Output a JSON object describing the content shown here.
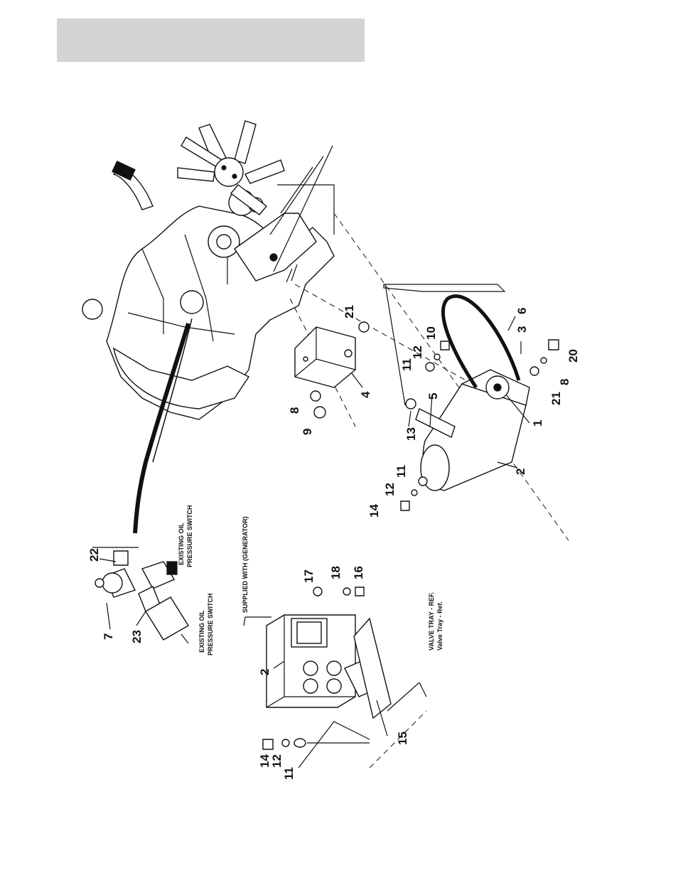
{
  "callouts": {
    "c1": "1",
    "c2a": "2",
    "c2b": "2",
    "c3": "3",
    "c4": "4",
    "c5": "5",
    "c6": "6",
    "c7": "7",
    "c8a": "8",
    "c8b": "8",
    "c9": "9",
    "c10": "10",
    "c11a": "11",
    "c11b": "11",
    "c11c": "11",
    "c12a": "12",
    "c12b": "12",
    "c12c": "12",
    "c13": "13",
    "c14a": "14",
    "c14b": "14",
    "c15": "15",
    "c16": "16",
    "c17": "17",
    "c18": "18",
    "c20": "20",
    "c21a": "21",
    "c21b": "21",
    "c22": "22",
    "c23": "23"
  },
  "notes": {
    "oil_switch_1_l1": "EXISTING OIL",
    "oil_switch_1_l2": "PRESSURE SWITCH",
    "oil_switch_2_l1": "EXISTING OIL",
    "oil_switch_2_l2": "PRESSURE SWITCH",
    "supplied_with": "SUPPLIED WITH (GENERATOR)",
    "valve_tray_upper": "VALVE TRAY - REF.",
    "valve_tray_mixed": "Valve Tray - Ref."
  }
}
